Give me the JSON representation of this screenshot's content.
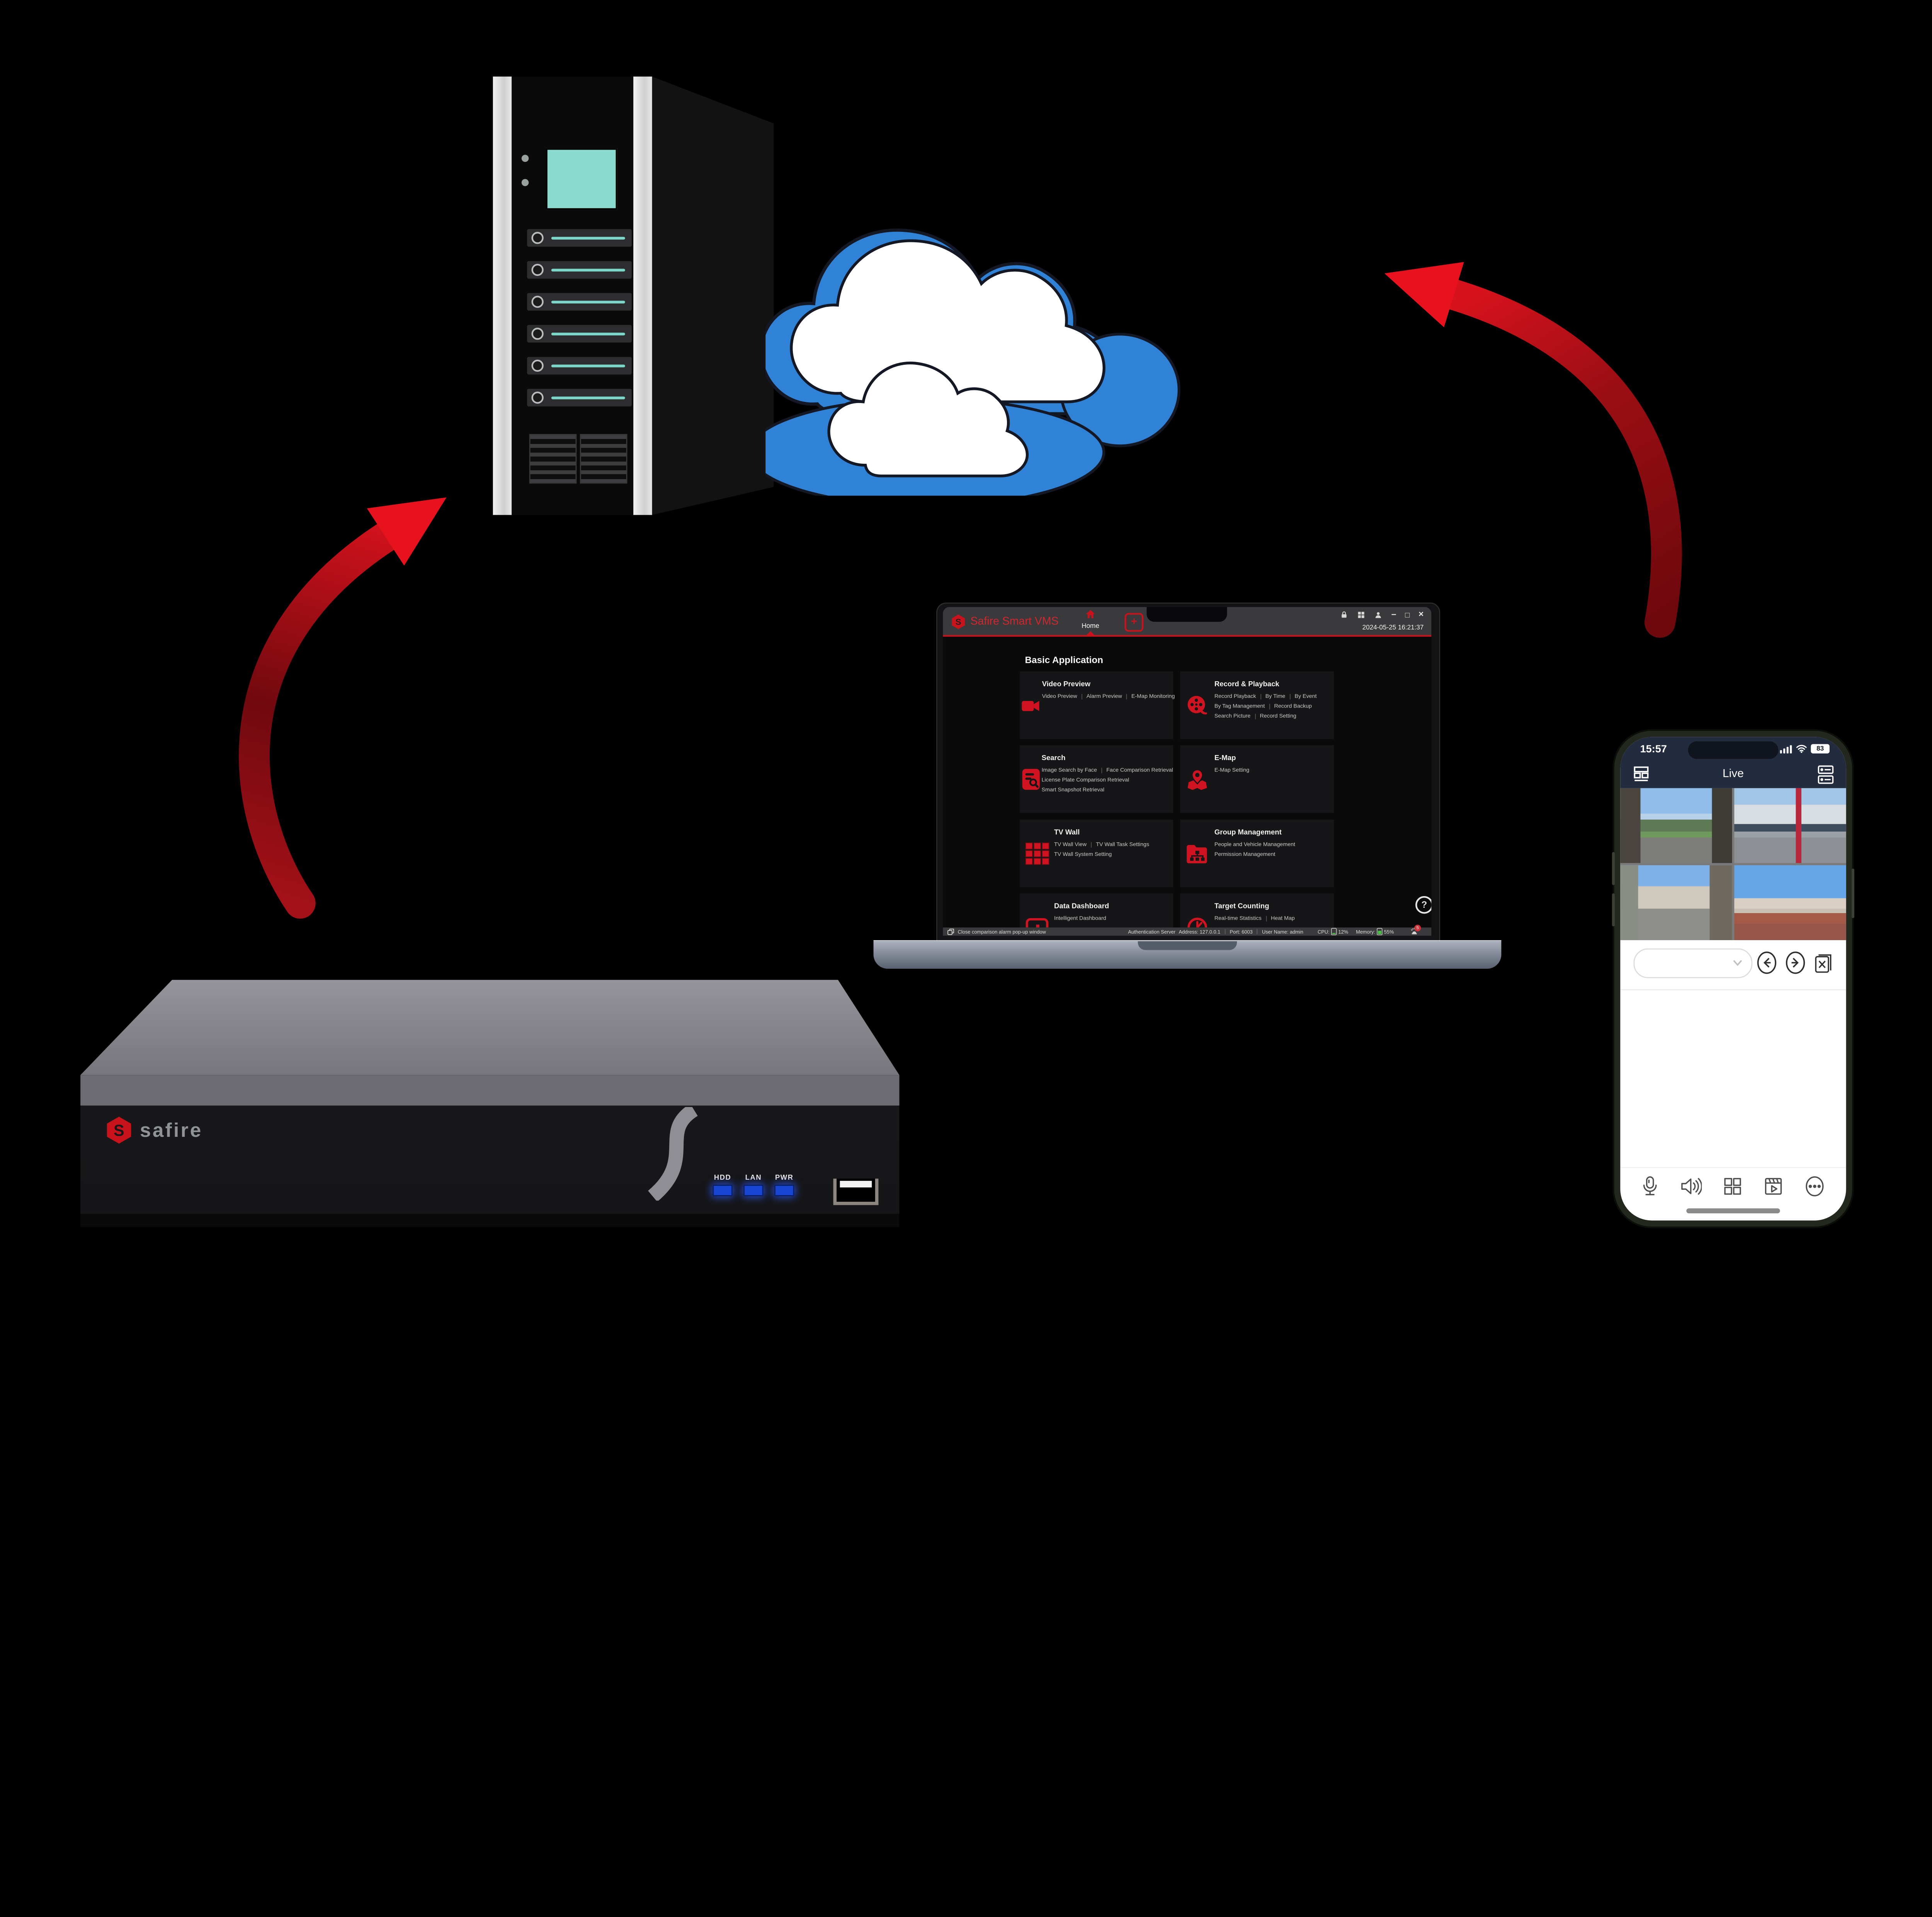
{
  "colors": {
    "accent_red": "#d01420",
    "cloud_blue": "#2f82d6",
    "led_blue": "#1846d2",
    "teal": "#79d6c9",
    "arrow_red_bright": "#e8121e",
    "arrow_red_dark": "#6d080d"
  },
  "vms": {
    "window_title": "Safire Smart VMS",
    "tab_home": "Home",
    "add_button": "+",
    "window_controls": {
      "minimize": "–",
      "maximize": "□",
      "close": "×"
    },
    "datetime": "2024-05-25 16:21:37",
    "section_title": "Basic Application",
    "help": "?",
    "panels": [
      {
        "title": "Video Preview",
        "rows": [
          [
            "Video Preview",
            "Alarm Preview",
            "E-Map Monitoring"
          ]
        ]
      },
      {
        "title": "Record & Playback",
        "rows": [
          [
            "Record Playback",
            "By Time",
            "By Event"
          ],
          [
            "By Tag Management",
            "Record Backup"
          ],
          [
            "Search Picture",
            "Record Setting"
          ]
        ]
      },
      {
        "title": "Search",
        "rows": [
          [
            "Image Search by Face",
            "Face Comparison Retrieval"
          ],
          [
            "License Plate Comparison Retrieval"
          ],
          [
            "Smart Snapshot Retrieval"
          ]
        ]
      },
      {
        "title": "E-Map",
        "rows": [
          [
            "E-Map Setting"
          ]
        ]
      },
      {
        "title": "TV Wall",
        "rows": [
          [
            "TV Wall View",
            "TV Wall Task Settings"
          ],
          [
            "TV Wall System Setting"
          ]
        ]
      },
      {
        "title": "Group Management",
        "rows": [
          [
            "People and Vehicle Management"
          ],
          [
            "Permission Management"
          ]
        ]
      },
      {
        "title": "Data Dashboard",
        "rows": [
          [
            "Intelligent Dashboard"
          ]
        ]
      },
      {
        "title": "Target Counting",
        "rows": [
          [
            "Real-time Statistics",
            "Heat Map"
          ]
        ]
      }
    ],
    "statusbar": {
      "left": "Close comparison alarm pop-up window",
      "auth": "Authentication Server",
      "address": "Address: 127.0.0.1",
      "port": "Port: 6003",
      "user": "User Name: admin",
      "cpu_label": "CPU:",
      "cpu": "12%",
      "memory_label": "Memory:",
      "memory": "55%",
      "alarm_badge": "5"
    }
  },
  "phone": {
    "status": {
      "time": "15:57",
      "battery": "83"
    },
    "nav": {
      "title": "Live"
    }
  },
  "nvr": {
    "brand": "safire",
    "leds": [
      "HDD",
      "LAN",
      "PWR"
    ]
  }
}
